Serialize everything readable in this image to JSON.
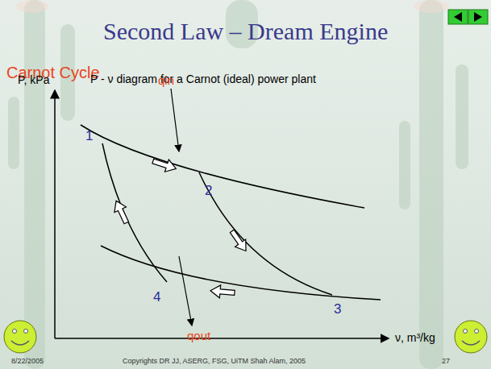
{
  "diagram": {
    "title": "Second Law – Dream Engine",
    "labels": [
      "Carnot Cycle",
      "P, kPa",
      "P - ν diagram for a Carnot (ideal) power plant",
      "qin",
      "1",
      "2",
      "3",
      "4",
      "qout",
      "ν, m³/kg",
      "8/22/2005",
      "Copyrights DR JJ, ASERG, FSG, UiTM Shah Alam, 2005",
      "27"
    ]
  }
}
